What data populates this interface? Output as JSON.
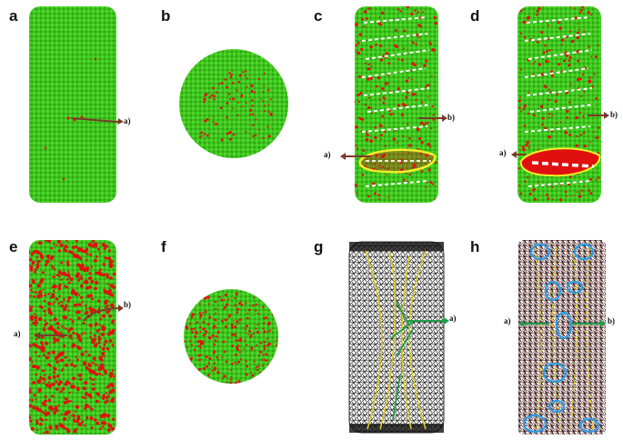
{
  "panels": [
    {
      "id": "a",
      "letter": "a",
      "label": "a)"
    },
    {
      "id": "b",
      "letter": "b"
    },
    {
      "id": "c",
      "letter": "c",
      "labels": [
        "a)",
        "b)"
      ]
    },
    {
      "id": "d",
      "letter": "d",
      "labels": [
        "a)",
        "b)"
      ]
    },
    {
      "id": "e",
      "letter": "e",
      "labels": [
        "a)",
        "b)"
      ]
    },
    {
      "id": "f",
      "letter": "f"
    },
    {
      "id": "g",
      "letter": "g",
      "label": "a)"
    },
    {
      "id": "h",
      "letter": "h",
      "labels": [
        "a)",
        "b)"
      ]
    }
  ],
  "colors": {
    "particle_green": "#3fc21f",
    "crack_red": "#e01010",
    "highlight_yellow": "#f2ee2a",
    "arrow_brown": "#7a3a2a",
    "arrow_green": "#1f9e4a",
    "ellipse_blue": "#2a9ee6",
    "dash_white": "#ffffff",
    "dash_yellow": "#e0d020"
  }
}
